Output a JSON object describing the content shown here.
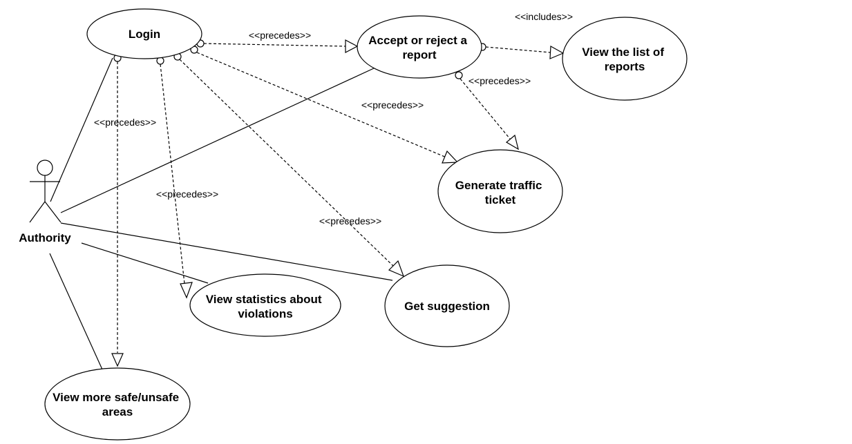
{
  "diagram": {
    "actor": {
      "id": "authority",
      "name": "Authority"
    },
    "use_cases": [
      {
        "id": "login",
        "lines": [
          "Login"
        ]
      },
      {
        "id": "accept",
        "lines": [
          "Accept or reject a",
          "report"
        ]
      },
      {
        "id": "viewlist",
        "lines": [
          "View the list of",
          "reports"
        ]
      },
      {
        "id": "ticket",
        "lines": [
          "Generate traffic",
          "ticket"
        ]
      },
      {
        "id": "suggest",
        "lines": [
          "Get suggestion"
        ]
      },
      {
        "id": "stats",
        "lines": [
          "View statistics about",
          "violations"
        ]
      },
      {
        "id": "areas",
        "lines": [
          "View more safe/unsafe",
          "areas"
        ]
      }
    ],
    "associations": [
      {
        "from": "authority",
        "to": "login"
      },
      {
        "from": "authority",
        "to": "accept"
      },
      {
        "from": "authority",
        "to": "suggest"
      },
      {
        "from": "authority",
        "to": "stats"
      },
      {
        "from": "authority",
        "to": "areas"
      }
    ],
    "dependencies": [
      {
        "id": "login-accept",
        "from": "login",
        "to": "accept",
        "label": "<<precedes>>"
      },
      {
        "id": "login-ticket",
        "from": "login",
        "to": "ticket",
        "label": "<<precedes>>"
      },
      {
        "id": "login-suggest",
        "from": "login",
        "to": "suggest",
        "label": "<<precedes>>"
      },
      {
        "id": "login-stats",
        "from": "login",
        "to": "stats",
        "label": "<<precedes>>"
      },
      {
        "id": "login-areas",
        "from": "login",
        "to": "areas",
        "label": "<<precedes>>"
      },
      {
        "id": "accept-ticket",
        "from": "accept",
        "to": "ticket",
        "label": "<<precedes>>"
      },
      {
        "id": "accept-viewlist",
        "from": "accept",
        "to": "viewlist",
        "label": "<<includes>>"
      }
    ]
  }
}
